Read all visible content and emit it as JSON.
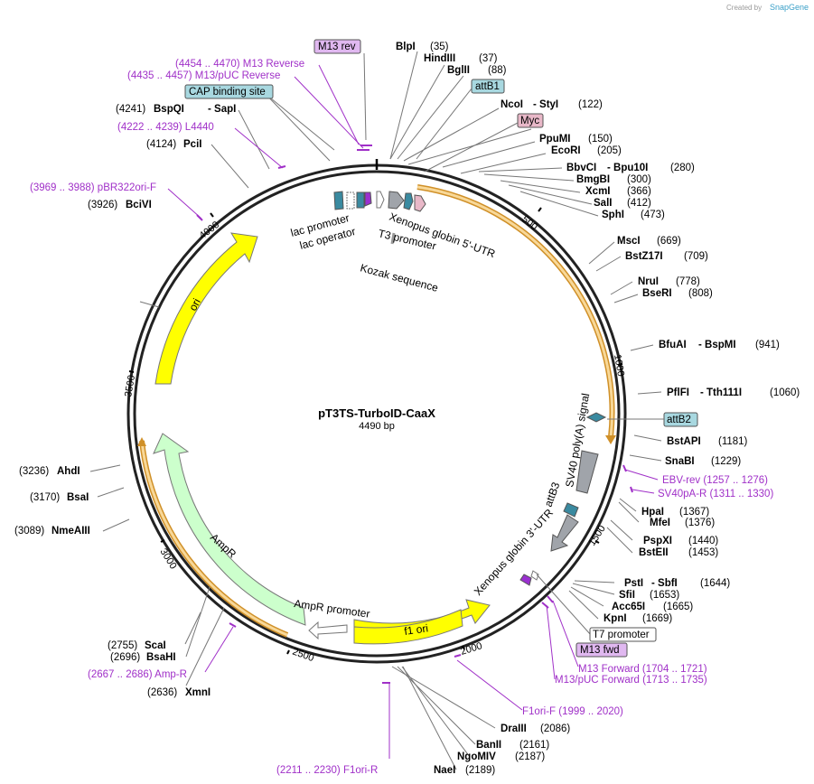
{
  "plasmid": {
    "name": "pT3TS-TurboID-CaaX",
    "length": "4490 bp"
  },
  "credit": {
    "created_by": "Created by",
    "brand": "SnapGene"
  },
  "enzymes": [
    {
      "name": "BlpI",
      "pos": "(35)"
    },
    {
      "name": "HindIII",
      "pos": "(37)"
    },
    {
      "name": "BglII",
      "pos": "(88)"
    },
    {
      "name": "NcoI",
      "name2": "- StyI",
      "pos": "(122)"
    },
    {
      "name": "PpuMI",
      "pos": "(150)"
    },
    {
      "name": "EcoRI",
      "pos": "(205)"
    },
    {
      "name": "BbvCI",
      "name2": "- Bpu10I",
      "pos": "(280)"
    },
    {
      "name": "BmgBI",
      "pos": "(300)"
    },
    {
      "name": "XcmI",
      "pos": "(366)"
    },
    {
      "name": "SalI",
      "pos": "(412)"
    },
    {
      "name": "SphI",
      "pos": "(473)"
    },
    {
      "name": "MscI",
      "pos": "(669)"
    },
    {
      "name": "BstZ17I",
      "pos": "(709)"
    },
    {
      "name": "NruI",
      "pos": "(778)"
    },
    {
      "name": "BseRI",
      "pos": "(808)"
    },
    {
      "name": "BfuAI",
      "name2": "- BspMI",
      "pos": "(941)"
    },
    {
      "name": "PflFI",
      "name2": "- Tth111I",
      "pos": "(1060)"
    },
    {
      "name": "BstAPI",
      "pos": "(1181)"
    },
    {
      "name": "SnaBI",
      "pos": "(1229)"
    },
    {
      "name": "HpaI",
      "pos": "(1367)"
    },
    {
      "name": "MfeI",
      "pos": "(1376)"
    },
    {
      "name": "PspXI",
      "pos": "(1440)"
    },
    {
      "name": "BstEII",
      "pos": "(1453)"
    },
    {
      "name": "PstI",
      "name2": "- SbfI",
      "pos": "(1644)"
    },
    {
      "name": "SfiI",
      "pos": "(1653)"
    },
    {
      "name": "Acc65I",
      "pos": "(1665)"
    },
    {
      "name": "KpnI",
      "pos": "(1669)"
    },
    {
      "name": "DraIII",
      "pos": "(2086)"
    },
    {
      "name": "BanII",
      "pos": "(2161)"
    },
    {
      "name": "NgoMIV",
      "pos": "(2187)"
    },
    {
      "name": "NaeI",
      "pos": "(2189)"
    },
    {
      "name": "XmnI",
      "pos": "(2636)"
    },
    {
      "name": "BsaHI",
      "pos": "(2696)"
    },
    {
      "name": "ScaI",
      "pos": "(2755)"
    },
    {
      "name": "NmeAIII",
      "pos": "(3089)"
    },
    {
      "name": "BsaI",
      "pos": "(3170)"
    },
    {
      "name": "AhdI",
      "pos": "(3236)"
    },
    {
      "name": "BciVI",
      "pos": "(3926)"
    },
    {
      "name": "PciI",
      "pos": "(4124)"
    },
    {
      "name": "BspQI",
      "name2": "- SapI",
      "pos": "(4241)"
    }
  ],
  "primers": [
    {
      "label": "(4454 .. 4470)  M13 Reverse"
    },
    {
      "label": "(4435 .. 4457)  M13/pUC Reverse"
    },
    {
      "label": "(4222 .. 4239)  L4440"
    },
    {
      "label": "(3969 .. 3988)  pBR322ori-F"
    },
    {
      "label": "EBV-rev    (1257 .. 1276)"
    },
    {
      "label": "SV40pA-R    (1311 .. 1330)"
    },
    {
      "label": "M13 Forward    (1704 .. 1721)"
    },
    {
      "label": "M13/pUC Forward    (1713 .. 1735)"
    },
    {
      "label": "F1ori-F    (1999 .. 2020)"
    },
    {
      "label": "(2667 .. 2686)  Amp-R"
    },
    {
      "label": "(2211 .. 2230)  F1ori-R"
    }
  ],
  "boxes": {
    "m13rev": "M13 rev",
    "cap": "CAP binding site",
    "attb1": "attB1",
    "myc": "Myc",
    "attb2": "attB2",
    "t7": "T7 promoter",
    "m13fwd": "M13 fwd"
  },
  "features": {
    "lac_promoter": "lac promoter",
    "lac_operator": "lac operator",
    "t3_promoter": "T3 promoter",
    "xenopus5": "Xenopus globin 5'-UTR",
    "kozak": "Kozak sequence",
    "sv40": "SV40 poly(A) signal",
    "attb3": "attB3",
    "xenopus3": "Xenopus globin 3'-UTR",
    "ori": "ori",
    "ampr": "AmpR",
    "ampr_promoter": "AmpR promoter",
    "f1ori": "f1 ori"
  },
  "ticks": [
    "500",
    "1000",
    "1500",
    "2000",
    "2500",
    "3000",
    "3500",
    "4000"
  ],
  "colors": {
    "purple": "#a030c8",
    "yellow": "#ffff00",
    "green": "#ccffcc",
    "orange": "#f0a830",
    "teal": "#3a8aa0",
    "box_blue": "#a8d8e0",
    "box_pink": "#e8b8c8",
    "box_purple": "#e0b8f0",
    "gray": "#a0a4aa"
  }
}
